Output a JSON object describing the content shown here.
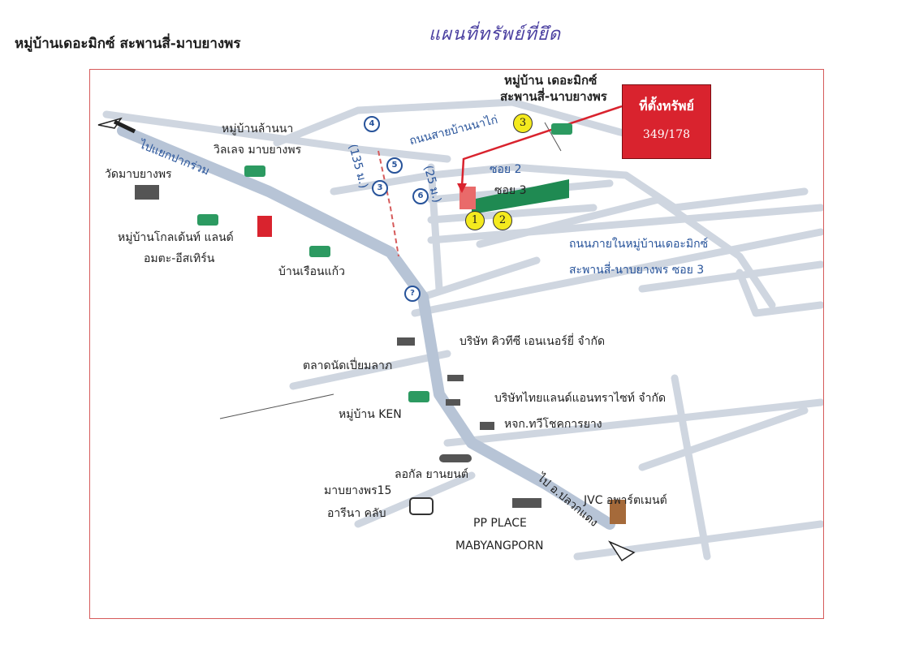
{
  "header": {
    "title": "หมู่บ้านเดอะมิกซ์ สะพานสี่-มาบยางพร",
    "handwritten_title": "แผนที่ทรัพย์ที่ยึด"
  },
  "callout": {
    "label": "ที่ตั้งทรัพย์",
    "number": "349/178"
  },
  "pins": [
    "1",
    "2",
    "3"
  ],
  "route_badges": [
    "4",
    "5",
    "3",
    "6",
    "?"
  ],
  "labels": {
    "village_the_mix": "หมู่บ้าน เดอะมิกซ์",
    "village_the_mix_2": "สะพานสี่-นาบยางพร",
    "village_lanna": "หมู่บ้านล้านนา",
    "village_lanna_2": "วิลเลจ มาบยางพร",
    "temple": "วัดมาบยางพร",
    "village_golden": "หมู่บ้านโกลเด้นท์ แลนด์",
    "village_golden_2": "อมตะ-อีสเทิร์น",
    "baan_ruen_kaew": "บ้านเรือนแก้ว",
    "soi2": "ซอย 2",
    "soi3": "ซอย 3",
    "road_inside_1": "ถนนภายในหมู่บ้านเดอะมิกซ์",
    "road_inside_2": "สะพานสี่-นาบยางพร ซอย 3",
    "road_side_village": "ถนนสายบ้านนาไก่",
    "distance": "(135 ม.)",
    "distance2": "(25 ม.)",
    "to_pluak_daeng": "ไป อ.ปลวกแดง",
    "to_pak_chong": "ไปแยกปากร่วม",
    "company_qtc": "บริษัท คิวทีซี เอนเนอร์ยี่ จำกัด",
    "market": "ตลาดนัดเปี่ยมลาภ",
    "company_thai": "บริษัทไทยแลนด์แอนทราไซท์ จำกัด",
    "village_ken": "หมู่บ้าน KEN",
    "rubber": "หจก.ทวีโชคการยาง",
    "local_car": "ลอกัล ยานยนต์",
    "arena_1": "มาบยางพร15",
    "arena_2": "อารีนา คลับ",
    "pp_place_1": "PP PLACE",
    "pp_place_2": "MABYANGPORN",
    "jvc": "JVC อพาร์ตเมนต์"
  },
  "colors": {
    "frame": "#d65a5a",
    "callout": "#d9232e",
    "road": "#cfd6e0",
    "main_road": "#b7c4d6",
    "route_blue": "#27539a",
    "pin": "#f4ea1e",
    "green_plot": "#1f8a52"
  }
}
